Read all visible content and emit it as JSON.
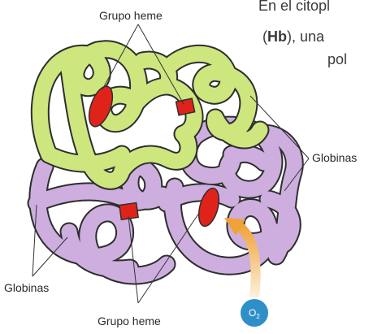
{
  "text_fragments": {
    "line1": "En el citopl",
    "line2_open": "(",
    "line2_bold": "Hb",
    "line2_rest": "),  una",
    "line3": "pol"
  },
  "labels": {
    "heme_top": "Grupo heme",
    "heme_bottom": "Grupo heme",
    "globinas_right": "Globinas",
    "globinas_left": "Globinas"
  },
  "o2": {
    "symbol": "O",
    "subscript": "2"
  },
  "colors": {
    "upper_globin": "#cde67e",
    "lower_globin": "#cdaede",
    "heme": "#e0231a",
    "outline": "#2e2e2e",
    "o2_circle": "#2f8fc9",
    "o2_arrow": "#f2a843"
  }
}
